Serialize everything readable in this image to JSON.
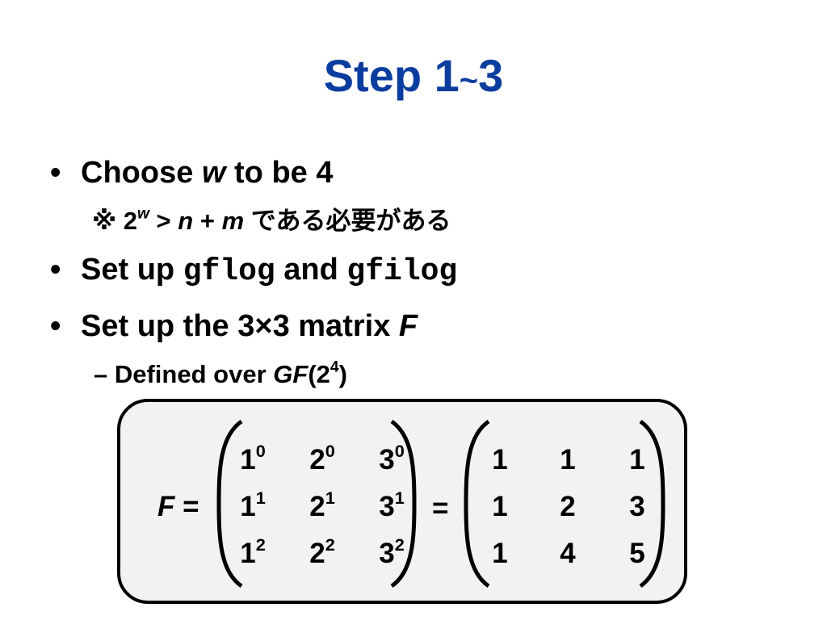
{
  "slide": {
    "title_main": "Step 1",
    "title_tilde": "~",
    "title_end": "3"
  },
  "bullets": {
    "b1": {
      "pre": "Choose ",
      "var": "w",
      "post": " to be 4"
    },
    "note": {
      "mark": "※ 2",
      "exp": "w",
      "gt": " > ",
      "n": "n",
      "plus": " + ",
      "m": "m",
      "jp": " である必要がある"
    },
    "b2": {
      "pre": "Set up ",
      "code1": "gflog",
      "mid": " and ",
      "code2": "gfilog"
    },
    "b3": {
      "pre": "Set up the 3",
      "times": "×",
      "post": "3 matrix ",
      "var": "F"
    },
    "dash": {
      "mark": "– ",
      "pre": "Defined over ",
      "var": "GF",
      "open": "(2",
      "exp": "4",
      "close": ")"
    }
  },
  "matrix": {
    "lhs_var": "F",
    "lhs_eq": " =",
    "eq2": "=",
    "left": [
      [
        {
          "b": "1",
          "e": "0"
        },
        {
          "b": "2",
          "e": "0"
        },
        {
          "b": "3",
          "e": "0"
        }
      ],
      [
        {
          "b": "1",
          "e": "1"
        },
        {
          "b": "2",
          "e": "1"
        },
        {
          "b": "3",
          "e": "1"
        }
      ],
      [
        {
          "b": "1",
          "e": "2"
        },
        {
          "b": "2",
          "e": "2"
        },
        {
          "b": "3",
          "e": "2"
        }
      ]
    ],
    "right": [
      [
        "1",
        "1",
        "1"
      ],
      [
        "1",
        "2",
        "3"
      ],
      [
        "1",
        "4",
        "5"
      ]
    ]
  }
}
